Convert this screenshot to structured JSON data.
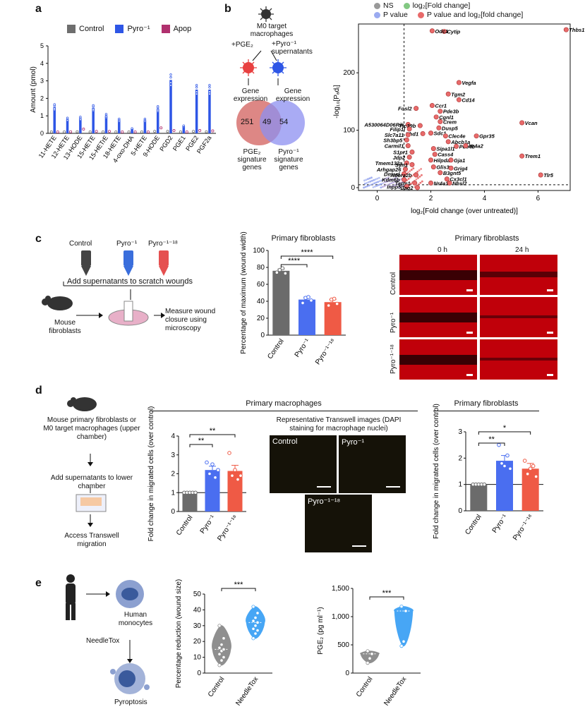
{
  "panel_labels": {
    "a": "a",
    "b": "b",
    "c": "c",
    "d": "d",
    "e": "e"
  },
  "panel_a": {
    "legend": [
      "Control",
      "Pyro⁻¹",
      "Apop"
    ],
    "colors": {
      "control": "#6e6e6e",
      "pyro": "#2e56e6",
      "apop": "#b0306e"
    },
    "ylabel": "Amount (pmol)",
    "yticks": [
      "0",
      "1",
      "2",
      "3",
      "4",
      "5"
    ]
  },
  "panel_b": {
    "title": "M0 target macrophages",
    "pge2": "+PGE₂",
    "pyro_sup": "+Pyro⁻¹ supernatants",
    "gene_expr_left": "Gene expression",
    "gene_expr_right": "Gene expression",
    "venn_left": "251",
    "venn_mid": "49",
    "venn_right": "54",
    "sig_left": "PGE₂ signature genes",
    "sig_right": "Pyro⁻¹ signature genes",
    "volcano_legend": [
      "NS",
      "P value",
      "log₂[Fold change]",
      "P value and log₂[fold change]"
    ],
    "volcano_legend_colors": [
      "#999999",
      "#9aaaf0",
      "#82c882",
      "#e86a6a"
    ],
    "xlabel": "log₂[Fold change (over untreated)]",
    "ylabel": "-log₁₀[Pₐdⱼ]",
    "xticks": [
      "0",
      "2",
      "4",
      "6"
    ],
    "yticks": [
      "0",
      "100",
      "200"
    ],
    "genes": [
      "Cytip",
      "Odc1",
      "Thbs1",
      "Vegfa",
      "Tgm2",
      "Cd14",
      "Ccr1",
      "Pde3b",
      "Fosl2",
      "Cgnl1",
      "Crem",
      "A530064D06Rik",
      "Ttc39b",
      "Dusp5",
      "Vcan",
      "Filip1l",
      "Ehd1",
      "Sdc1",
      "Clec4e",
      "Gpr35",
      "Slc7a11",
      "Abcb1a",
      "Sh3bp5",
      "Pde4b",
      "Nr4a2",
      "Carmil1",
      "Sipa1l1",
      "Trem1",
      "S1pr1",
      "Cass4",
      "Jdp2",
      "Hilpda",
      "Gja1",
      "Tmem132a",
      "Syn1",
      "Glis3",
      "Grig4",
      "Arhgap26",
      "B3gnt5",
      "Dmwd",
      "Adora2b",
      "Cx3cl1",
      "Tlr5",
      "Kdm6b",
      "Tarm1",
      "Nr4a1",
      "Nhsl2",
      "Inpp5j",
      "Jag2"
    ]
  },
  "panel_c": {
    "conditions": [
      "Control",
      "Pyro⁻¹",
      "Pyro⁻¹⁻¹⁸"
    ],
    "add_text": "Add supernatants to scratch wounds",
    "mouse_label": "Mouse fibroblasts",
    "measure_text": "Measure wound closure using microscopy",
    "chart_title": "Primary fibroblasts",
    "ylabel": "Percentage of maximum (wound width)",
    "sig": [
      "****",
      "****"
    ],
    "micro_title": "Primary fibroblasts",
    "time_labels": [
      "0 h",
      "24 h"
    ]
  },
  "panel_d": {
    "schema_top": "Mouse primary fibroblasts or M0 target macrophages (upper chamber)",
    "schema_mid": "Add supernatants to lower chamber",
    "schema_bottom": "Access Transwell migration",
    "macro_title": "Primary macrophages",
    "fibro_title": "Primary fibroblasts",
    "ylabel": "Fold change in migrated cells (over control)",
    "sig_macro": [
      "**",
      "**"
    ],
    "sig_fibro": [
      "**",
      "*"
    ],
    "transwell_title": "Representative Transwell images (DAPI staining for macrophage nuclei)",
    "image_labels": [
      "Control",
      "Pyro⁻¹",
      "Pyro⁻¹⁻¹⁸"
    ]
  },
  "panel_e": {
    "monocytes": "Human monocytes",
    "needletox": "NeedleTox",
    "pyroptosis": "Pyroptosis",
    "ylabel_left": "Percentage reduction (wound size)",
    "ylabel_right": "PGE₂ (pg ml⁻¹)",
    "sig": [
      "***",
      "***"
    ]
  },
  "chart_data": [
    {
      "type": "bar",
      "panel": "a",
      "categories": [
        "11-HETE",
        "12-HETE",
        "13-HODE",
        "15-HETE",
        "15-HETrE",
        "18-HETE",
        "4-oxo-DHA",
        "5-HETE",
        "9-HODE",
        "PGD2",
        "PGE1",
        "PGE2",
        "PGF2a"
      ],
      "series": [
        {
          "name": "Control",
          "values": [
            0.02,
            0.02,
            0.03,
            0.02,
            0.02,
            0.02,
            0.02,
            0.02,
            0.05,
            0.05,
            0.02,
            0.05,
            0.03
          ]
        },
        {
          "name": "Pyro⁻¹",
          "values": [
            1.5,
            0.8,
            0.85,
            1.45,
            1.0,
            0.75,
            0.25,
            0.75,
            1.4,
            3.05,
            0.4,
            2.5,
            2.5
          ]
        },
        {
          "name": "Apop",
          "values": [
            0.02,
            0.03,
            0.18,
            0.05,
            0.05,
            0.02,
            0.02,
            0.02,
            0.25,
            0.1,
            0.02,
            0.1,
            0.08
          ]
        }
      ],
      "ylabel": "Amount (pmol)",
      "ylim": [
        0,
        5
      ]
    },
    {
      "type": "scatter",
      "panel": "b",
      "title": "",
      "xlabel": "log₂[Fold change (over untreated)]",
      "ylabel": "-log₁₀[Pₐdⱼ]",
      "xlim": [
        -0.7,
        7.2
      ],
      "ylim": [
        -5,
        285
      ],
      "thresholds": {
        "x": 1,
        "y": 5
      },
      "labeled_points": [
        {
          "gene": "Cytip",
          "x": 2.5,
          "y": 272
        },
        {
          "gene": "Odc1",
          "x": 2.05,
          "y": 273
        },
        {
          "gene": "Thbs1",
          "x": 7.05,
          "y": 275
        },
        {
          "gene": "Vegfa",
          "x": 3.05,
          "y": 183
        },
        {
          "gene": "Tgm2",
          "x": 2.65,
          "y": 163
        },
        {
          "gene": "Cd14",
          "x": 3.05,
          "y": 153
        },
        {
          "gene": "Ccr1",
          "x": 2.05,
          "y": 143
        },
        {
          "gene": "Pde3b",
          "x": 2.35,
          "y": 133
        },
        {
          "gene": "Fosl2",
          "x": 1.45,
          "y": 138
        },
        {
          "gene": "Cgnl1",
          "x": 2.2,
          "y": 123
        },
        {
          "gene": "Crem",
          "x": 2.35,
          "y": 115
        },
        {
          "gene": "A530064D06Rik",
          "x": 1.15,
          "y": 110
        },
        {
          "gene": "Ttc39b",
          "x": 1.6,
          "y": 108
        },
        {
          "gene": "Dusp5",
          "x": 2.3,
          "y": 104
        },
        {
          "gene": "Vcan",
          "x": 5.4,
          "y": 113
        },
        {
          "gene": "Filip1l",
          "x": 1.2,
          "y": 102
        },
        {
          "gene": "Ehd1",
          "x": 1.7,
          "y": 94
        },
        {
          "gene": "Sdc1",
          "x": 2.0,
          "y": 95
        },
        {
          "gene": "Clec4e",
          "x": 2.55,
          "y": 90
        },
        {
          "gene": "Gpr35",
          "x": 3.7,
          "y": 90
        },
        {
          "gene": "Slc7a11",
          "x": 1.15,
          "y": 92
        },
        {
          "gene": "Abcb1a",
          "x": 2.65,
          "y": 80
        },
        {
          "gene": "Sh3bp5",
          "x": 1.1,
          "y": 83
        },
        {
          "gene": "Pde4b",
          "x": 2.95,
          "y": 72
        },
        {
          "gene": "Nr4a2",
          "x": 3.3,
          "y": 73
        },
        {
          "gene": "Carmil1",
          "x": 1.15,
          "y": 73
        },
        {
          "gene": "Sipa1l1",
          "x": 2.1,
          "y": 68
        },
        {
          "gene": "Trem1",
          "x": 5.4,
          "y": 55
        },
        {
          "gene": "S1pr1",
          "x": 1.3,
          "y": 62
        },
        {
          "gene": "Cass4",
          "x": 2.15,
          "y": 58
        },
        {
          "gene": "Jdp2",
          "x": 1.2,
          "y": 53
        },
        {
          "gene": "Hilpda",
          "x": 2.0,
          "y": 48
        },
        {
          "gene": "Gja1",
          "x": 2.75,
          "y": 48
        },
        {
          "gene": "Tmem132a",
          "x": 1.1,
          "y": 43
        },
        {
          "gene": "Syn1",
          "x": 1.3,
          "y": 40
        },
        {
          "gene": "Glis3",
          "x": 2.1,
          "y": 36
        },
        {
          "gene": "Grig4",
          "x": 2.75,
          "y": 34
        },
        {
          "gene": "Arhgap26",
          "x": 1.05,
          "y": 32
        },
        {
          "gene": "B3gnt5",
          "x": 2.35,
          "y": 26
        },
        {
          "gene": "Dmwd",
          "x": 1.0,
          "y": 24
        },
        {
          "gene": "Adora2b",
          "x": 1.45,
          "y": 22
        },
        {
          "gene": "Cx3cl1",
          "x": 2.6,
          "y": 15
        },
        {
          "gene": "Tlr5",
          "x": 6.1,
          "y": 22
        },
        {
          "gene": "Kdm6b",
          "x": 1.0,
          "y": 14
        },
        {
          "gene": "Tarm1",
          "x": 1.4,
          "y": 8
        },
        {
          "gene": "Nr4a1",
          "x": 2.0,
          "y": 8
        },
        {
          "gene": "Nhsl2",
          "x": 2.7,
          "y": 8
        },
        {
          "gene": "Inpp5j",
          "x": 1.1,
          "y": 2
        },
        {
          "gene": "Jag2",
          "x": 1.5,
          "y": 0
        }
      ]
    },
    {
      "type": "bar",
      "panel": "c",
      "title": "Primary fibroblasts",
      "categories": [
        "Control",
        "Pyro⁻¹",
        "Pyro⁻¹⁻¹⁸"
      ],
      "values": [
        76,
        42,
        39
      ],
      "errors": [
        2,
        3,
        3
      ],
      "points": [
        [
          74,
          77,
          79,
          73
        ],
        [
          38,
          44,
          45,
          41
        ],
        [
          35,
          42,
          43,
          37
        ]
      ],
      "ylabel": "Percentage of maximum (wound width)",
      "ylim": [
        0,
        100
      ],
      "yticks": [
        0,
        20,
        40,
        60,
        80,
        100
      ]
    },
    {
      "type": "bar",
      "panel": "d-macrophages",
      "title": "Primary macrophages",
      "categories": [
        "Control",
        "Pyro⁻¹",
        "Pyro⁻¹⁻¹⁸"
      ],
      "values": [
        1.0,
        2.2,
        2.15
      ],
      "errors": [
        0,
        0.2,
        0.3
      ],
      "points": [
        [
          1,
          1,
          1,
          1,
          1
        ],
        [
          2.6,
          2.0,
          2.5,
          1.8,
          2.2
        ],
        [
          3.1,
          1.9,
          2.2,
          1.7,
          1.9
        ]
      ],
      "ylabel": "Fold change in migrated cells (over control)",
      "ylim": [
        0,
        4
      ],
      "yticks": [
        0,
        1,
        2,
        3,
        4
      ]
    },
    {
      "type": "bar",
      "panel": "d-fibroblasts",
      "title": "Primary fibroblasts",
      "categories": [
        "Control",
        "Pyro⁻¹",
        "Pyro⁻¹⁻¹⁸"
      ],
      "values": [
        1.0,
        1.9,
        1.6
      ],
      "errors": [
        0,
        0.2,
        0.2
      ],
      "points": [
        [
          1,
          1,
          1,
          1,
          1
        ],
        [
          2.5,
          1.8,
          1.7,
          2.1,
          1.6
        ],
        [
          1.9,
          1.4,
          1.6,
          1.7,
          1.3
        ]
      ],
      "ylabel": "Fold change in migrated cells (over control)",
      "ylim": [
        0,
        3
      ],
      "yticks": [
        0,
        1,
        2,
        3
      ]
    },
    {
      "type": "violin",
      "panel": "e-left",
      "categories": [
        "Control",
        "NeedleTox"
      ],
      "points": [
        [
          5,
          8,
          10,
          12,
          14,
          15,
          16,
          18,
          22,
          30
        ],
        [
          22,
          25,
          27,
          28,
          30,
          32,
          33,
          35,
          38,
          42
        ]
      ],
      "ylabel": "Percentage reduction (wound size)",
      "ylim": [
        0,
        50
      ],
      "yticks": [
        0,
        10,
        20,
        30,
        40,
        50
      ]
    },
    {
      "type": "violin",
      "panel": "e-right",
      "categories": [
        "Control",
        "NeedleTox"
      ],
      "points": [
        [
          180,
          260,
          340,
          390
        ],
        [
          480,
          560,
          1100,
          1180
        ]
      ],
      "ylabel": "PGE₂ (pg ml⁻¹)",
      "ylim": [
        0,
        1500
      ],
      "yticks": [
        "0",
        "500",
        "1,000",
        "1,500"
      ]
    }
  ]
}
